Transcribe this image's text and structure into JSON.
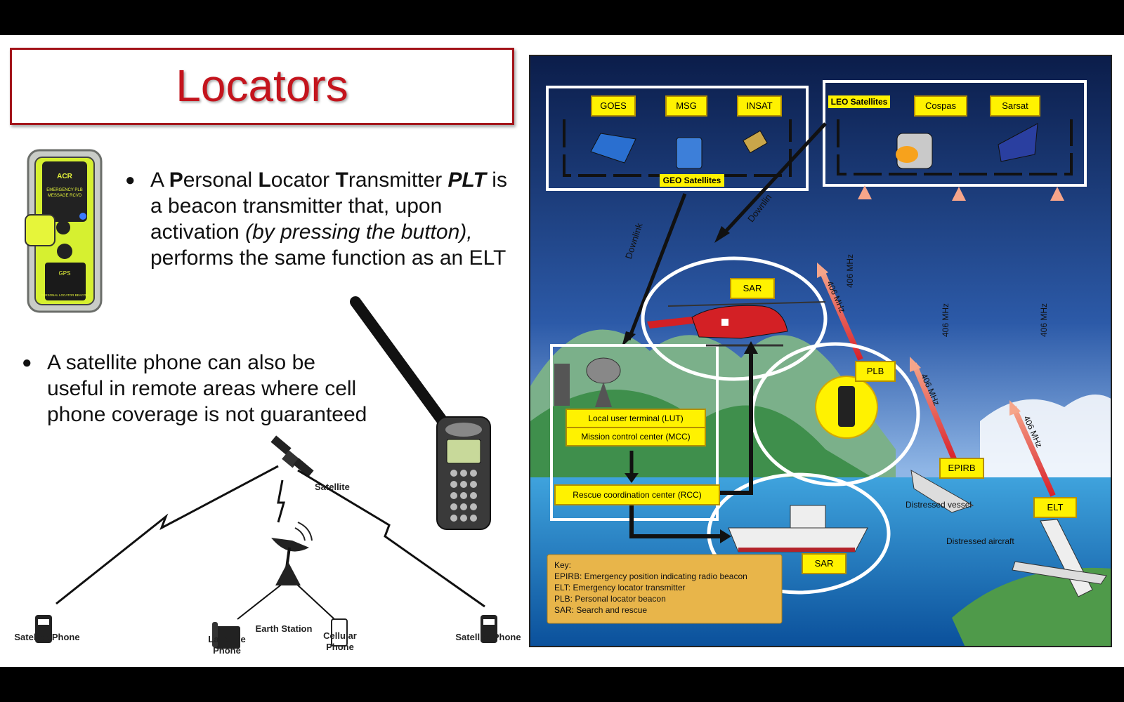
{
  "slide": {
    "title": "Locators",
    "bullet1": {
      "parts": [
        "A ",
        "P",
        "ersonal ",
        "L",
        "ocator ",
        "T",
        "ransmitter ",
        "PLT",
        " is a beacon transmitter that, upon activation ",
        "(by pressing the button),",
        " performs the same function as an ELT"
      ]
    },
    "bullet2": "A satellite phone can also be useful in remote areas where cell phone coverage is not guaranteed"
  },
  "device": {
    "brand": "ACR",
    "label1": "EMERGENCY PLB",
    "label2": "MESSAGE RCVD",
    "label3": "GPS",
    "label4": "PERSONAL LOCATOR BEACON"
  },
  "phone_diagram": {
    "satellite": "Satellite",
    "earth_station": "Earth Station",
    "sat_phone_left": "Satellite Phone",
    "sat_phone_right": "Satellite Phone",
    "landline_1": "Landline",
    "landline_2": "Phone",
    "cellular_1": "Cellular",
    "cellular_2": "Phone"
  },
  "sar_diagram": {
    "geo": [
      "GOES",
      "MSG",
      "INSAT"
    ],
    "geo_label": "GEO Satellites",
    "leo_label": "LEO Satellites",
    "leo": [
      "Cospas",
      "Sarsat"
    ],
    "downlink": "Downlink",
    "downlink_cut": "Downlin",
    "mhz": "406 MHz",
    "sar": "SAR",
    "plb": "PLB",
    "epirb": "EPIRB",
    "elt": "ELT",
    "lut": "Local user terminal (LUT)",
    "mcc": "Mission control center (MCC)",
    "rcc": "Rescue coordination center (RCC)",
    "distressed_vessel": "Distressed vessel",
    "distressed_aircraft": "Distressed aircraft",
    "key_title": "Key:",
    "key": [
      "EPIRB: Emergency position indicating radio beacon",
      "ELT: Emergency locator transmitter",
      "PLB: Personal locator beacon",
      "SAR: Search and rescue"
    ],
    "colors": {
      "sky_top": "#0b1d4a",
      "sky_bottom": "#4f86c9",
      "label_yellow": "#fff200",
      "key_bg": "#e8b54a"
    }
  }
}
